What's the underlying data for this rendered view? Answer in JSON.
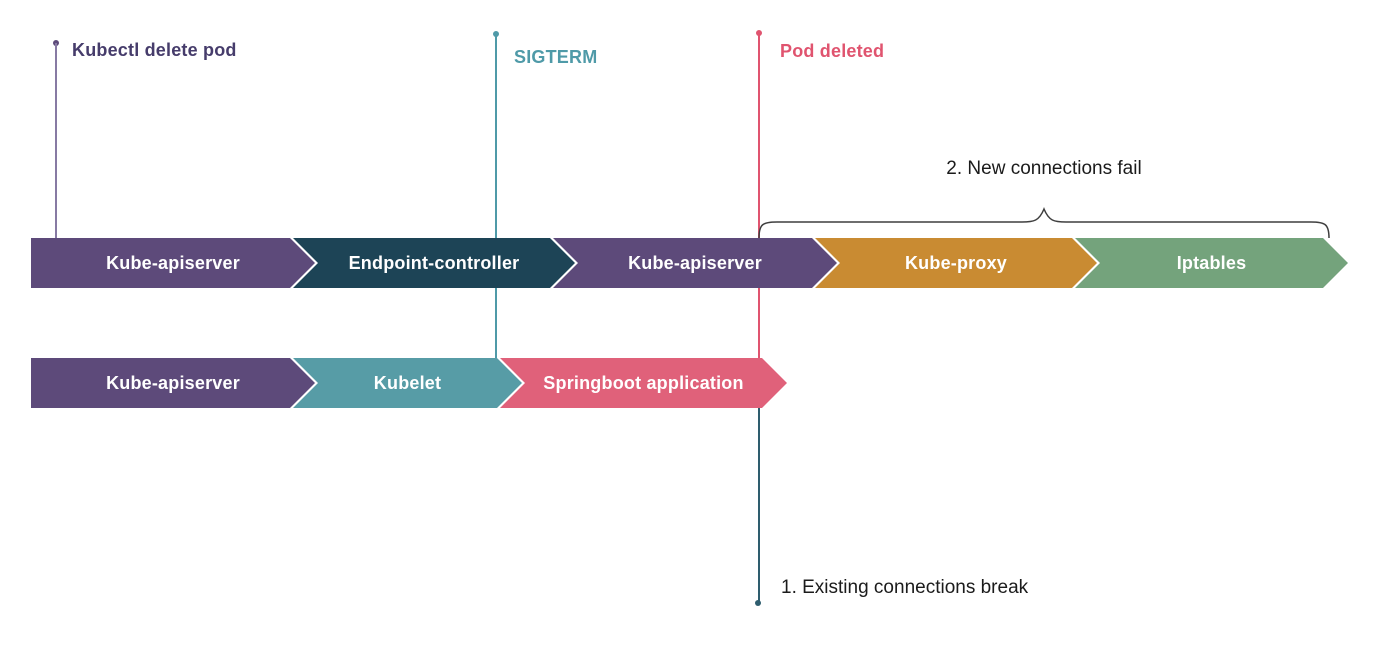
{
  "events": [
    {
      "name": "kubectl-delete-pod",
      "label": "Kubectl delete pod",
      "color": "#463c6b"
    },
    {
      "name": "sigterm",
      "label": "SIGTERM",
      "color": "#4f9aa8"
    },
    {
      "name": "pod-deleted",
      "label": "Pod deleted",
      "color": "#e0546f"
    }
  ],
  "rows": [
    {
      "name": "control-plane-flow",
      "chevrons": [
        {
          "label": "Kube-apiserver",
          "color": "#5d4a7a"
        },
        {
          "label": "Endpoint-controller",
          "color": "#1d4456"
        },
        {
          "label": "Kube-apiserver",
          "color": "#5d4a7a"
        },
        {
          "label": "Kube-proxy",
          "color": "#c98b32"
        },
        {
          "label": "Iptables",
          "color": "#74a37c"
        }
      ]
    },
    {
      "name": "pod-termination-flow",
      "chevrons": [
        {
          "label": "Kube-apiserver",
          "color": "#5d4a7a"
        },
        {
          "label": "Kubelet",
          "color": "#579ca6"
        },
        {
          "label": "Springboot application",
          "color": "#e0617a"
        }
      ]
    }
  ],
  "annotations": [
    {
      "name": "new-connections-fail",
      "text": "2. New connections fail"
    },
    {
      "name": "existing-connections-break",
      "text": "1. Existing connections break"
    }
  ],
  "colors": {
    "background": "#ffffff",
    "existing-connections-line": "#2e5d6e",
    "brace": "#3f3f3f"
  }
}
